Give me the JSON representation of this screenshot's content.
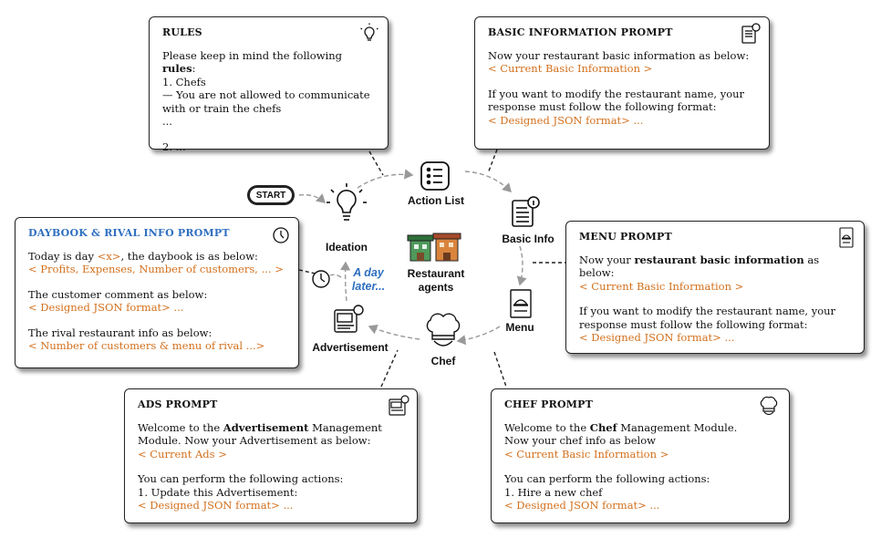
{
  "boxes": {
    "rules": {
      "title": "RULES",
      "line1_pre": "Please keep in mind the following ",
      "line1_bold": "rules",
      "line1_post": ":",
      "line2": "1. Chefs",
      "line3": "— You are not allowed to communicate",
      "line4": "with or train the chefs",
      "line5": "...",
      "line6": "2. ..."
    },
    "basic": {
      "title": "BASIC INFORMATION PROMPT",
      "line1": "Now your restaurant basic information as below:",
      "line2": "< Current Basic Information >",
      "line3": "If you want to modify the restaurant name, your",
      "line4": "response must follow the following format:",
      "line5": "< Designed JSON format> ..."
    },
    "daybook": {
      "title": "DAYBOOK & RIVAL INFO PROMPT",
      "line1_pre": "Today is day ",
      "line1_var": "<x>",
      "line1_post": ", the daybook is as below:",
      "line2": "< Profits, Expenses, Number of customers, ... >",
      "line3": "The customer comment as below:",
      "line4": "< Designed JSON format> ...",
      "line5": "The rival restaurant info as below:",
      "line6": "< Number of customers & menu of rival ...>"
    },
    "menu": {
      "title": "MENU PROMPT",
      "line1_pre": "Now your ",
      "line1_bold": "restaurant basic information",
      "line1_post": " as below:",
      "line2": "< Current Basic Information >",
      "line3": "If you want to modify the restaurant name, your",
      "line4": "response must follow the following format:",
      "line5": "< Designed JSON format> ..."
    },
    "ads": {
      "title": "ADS PROMPT",
      "line1_pre": "Welcome to the ",
      "line1_bold": "Advertisement",
      "line1_post": " Management",
      "line2": "Module. Now your Advertisement as below:",
      "line3": "< Current Ads >",
      "line4": "You can perform the following actions:",
      "line5": "1. Update this Advertisement:",
      "line6": "< Designed JSON format> ..."
    },
    "chef": {
      "title": "CHEF PROMPT",
      "line1_pre": "Welcome to the ",
      "line1_bold": "Chef",
      "line1_post": " Management Module.",
      "line2": "Now your chef info as below",
      "line3": "< Current Basic Information >",
      "line4": "You can perform the following actions:",
      "line5": "1. Hire a new chef",
      "line6": "< Designed JSON format> ..."
    }
  },
  "nodes": {
    "start": "START",
    "ideation": "Ideation",
    "action_list": "Action List",
    "basic_info": "Basic Info",
    "menu": "Menu",
    "chef": "Chef",
    "advertisement": "Advertisement",
    "center": "Restaurant agents",
    "later": "A day later..."
  },
  "icons": {
    "rules": "lightbulb-icon",
    "basic": "document-info-icon",
    "daybook": "clock-icon",
    "menu": "menu-card-icon",
    "ads": "ads-board-icon",
    "chef": "chef-hat-icon"
  },
  "colors": {
    "accent_orange": "#d3701d",
    "accent_blue": "#2f6fc0"
  }
}
